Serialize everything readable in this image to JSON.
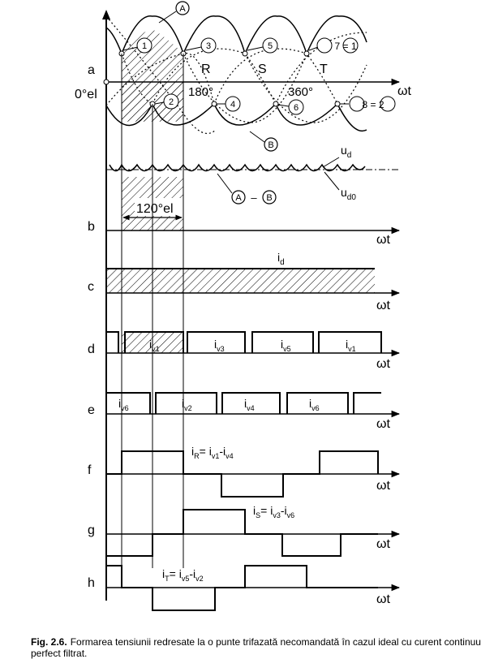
{
  "figure": {
    "row_labels": [
      "a",
      "b",
      "c",
      "d",
      "e",
      "f",
      "g",
      "h"
    ],
    "axis_label": "ωt",
    "envelope_labels": [
      "A",
      "B",
      "A – B"
    ],
    "commutation_points": [
      "1",
      "2",
      "3",
      "4",
      "5",
      "6",
      "7 = 1",
      "8 = 2"
    ],
    "phase_labels": [
      "R",
      "S",
      "T"
    ],
    "angle_labels": [
      "0°el",
      "180°",
      "360°"
    ],
    "conduction_label": "120°el",
    "voltage_labels": {
      "ud": "u",
      "ud_sub": "d",
      "ud0": "u",
      "ud0_sub": "d0"
    },
    "dc_current_label": {
      "main": "i",
      "sub": "d"
    },
    "upper_valve_currents": [
      {
        "main": "i",
        "sub": "v1"
      },
      {
        "main": "i",
        "sub": "v3"
      },
      {
        "main": "i",
        "sub": "v5"
      },
      {
        "main": "i",
        "sub": "v1"
      }
    ],
    "lower_valve_currents": [
      {
        "main": "i",
        "sub": "v6"
      },
      {
        "main": "i",
        "sub": "v2"
      },
      {
        "main": "i",
        "sub": "v4"
      },
      {
        "main": "i",
        "sub": "v6"
      }
    ],
    "phase_currents": [
      {
        "name": "i",
        "name_sub": "R",
        "eq": "= i",
        "a_sub": "v1",
        "minus": "-i",
        "b_sub": "v4"
      },
      {
        "name": "i",
        "name_sub": "S",
        "eq": "= i",
        "a_sub": "v3",
        "minus": "-i",
        "b_sub": "v6"
      },
      {
        "name": "i",
        "name_sub": "T",
        "eq": "= i",
        "a_sub": "v5",
        "minus": "-i",
        "b_sub": "v2"
      }
    ]
  },
  "caption": {
    "label": "Fig. 2.6.",
    "text": "Formarea tensiunii redresate la o punte trifazată necomandată în cazul ideal cu curent continuu perfect filtrat."
  }
}
